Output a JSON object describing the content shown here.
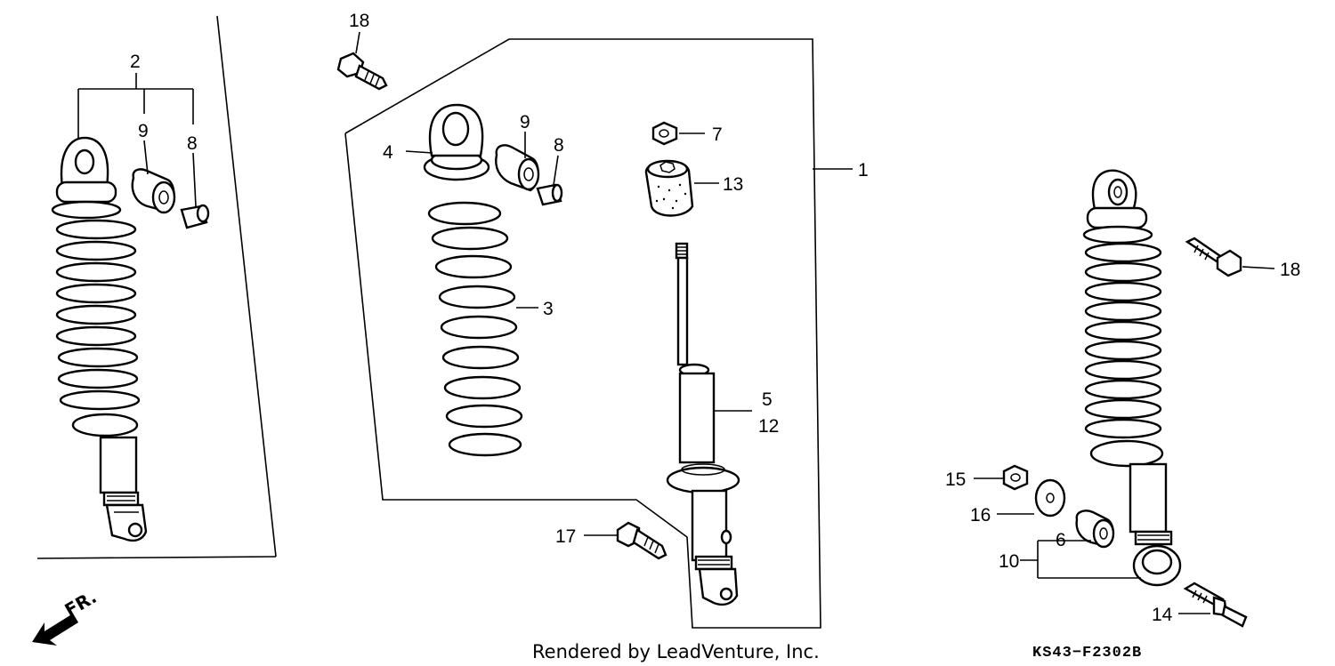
{
  "diagram": {
    "callouts": {
      "c1": "1",
      "c2": "2",
      "c3": "3",
      "c4": "4",
      "c5": "5",
      "c6": "6",
      "c7": "7",
      "c8_left": "8",
      "c8_mid": "8",
      "c9_left": "9",
      "c9_mid": "9",
      "c10": "10",
      "c12": "12",
      "c13": "13",
      "c14": "14",
      "c15": "15",
      "c16": "16",
      "c17": "17",
      "c18_top": "18",
      "c18_right": "18"
    },
    "front_indicator": "FR.",
    "footer_credit": "Rendered by LeadVenture, Inc.",
    "diagram_code": "KS43−F2302B"
  }
}
